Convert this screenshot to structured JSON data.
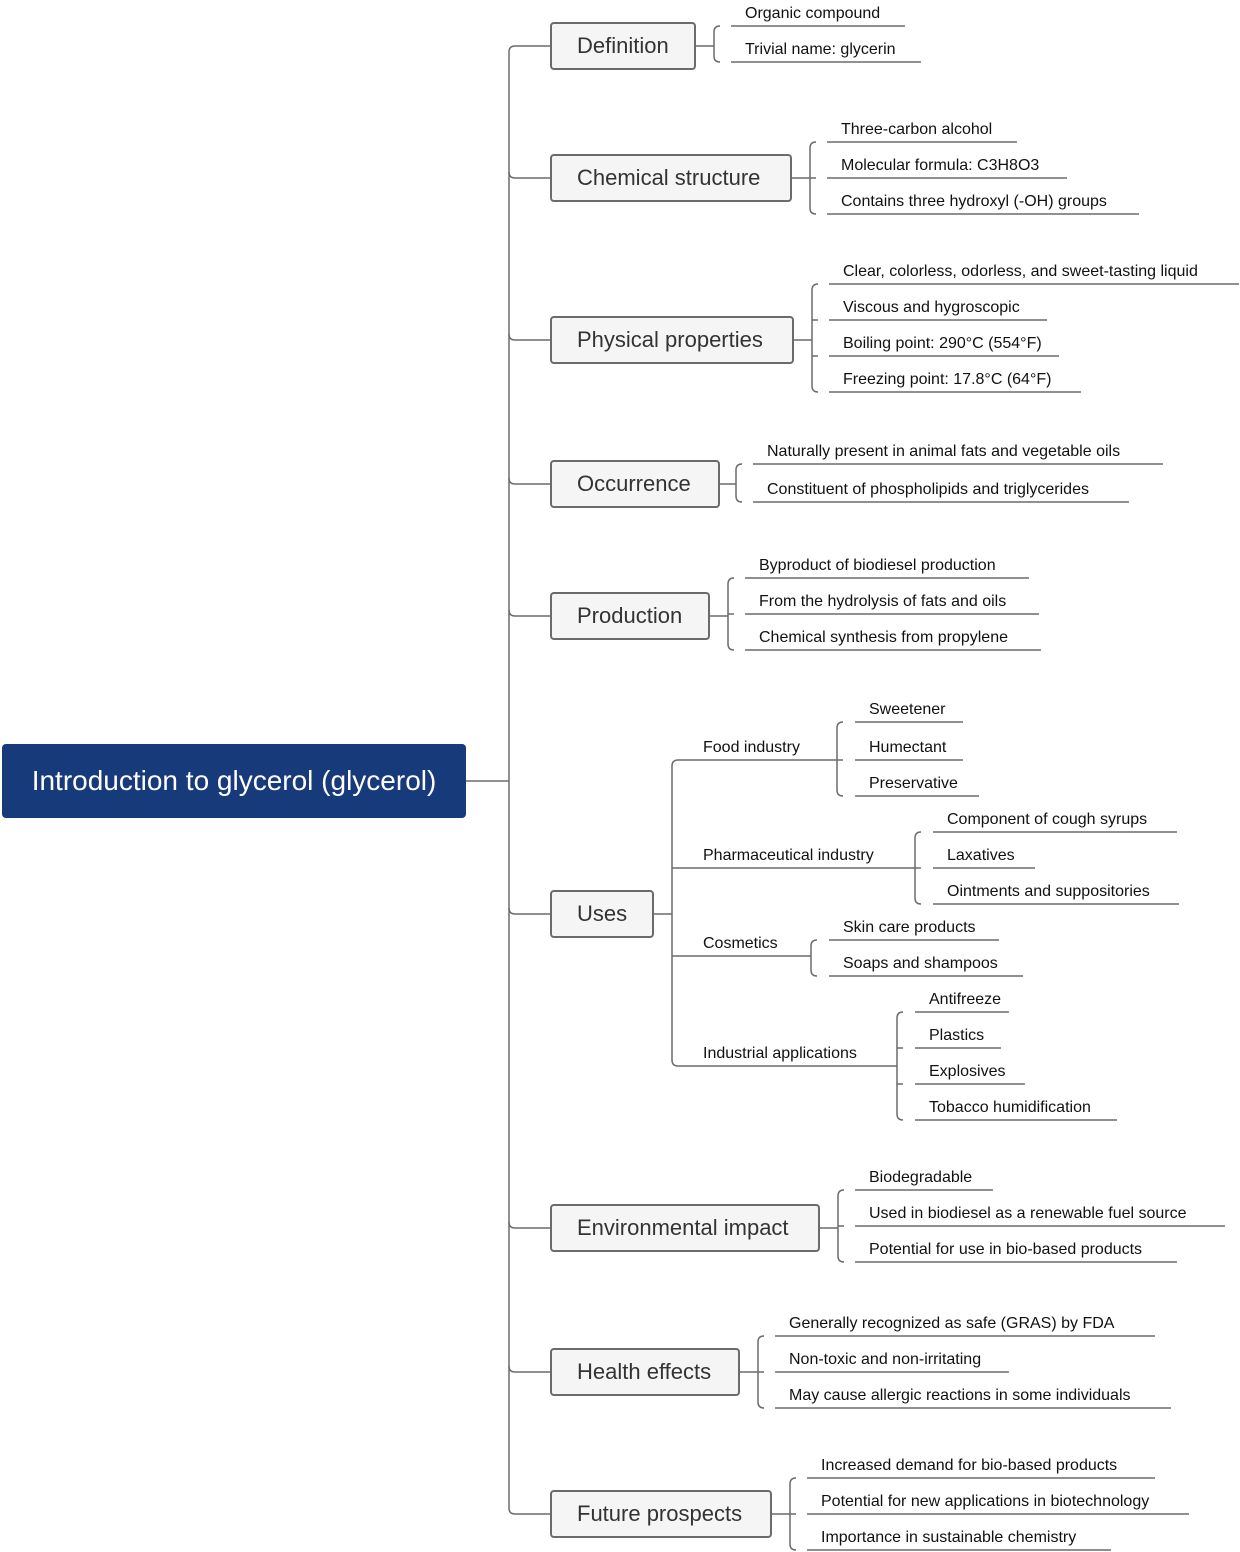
{
  "colors": {
    "root_bg": "#173a7b",
    "line": "#6b6b6b",
    "topic_bg": "#f5f5f5"
  },
  "root": {
    "label": "Introduction to glycerol (glycerol)"
  },
  "topics": [
    {
      "label": "Definition",
      "items": [
        "Organic compound",
        "Trivial name: glycerin"
      ]
    },
    {
      "label": "Chemical structure",
      "items": [
        "Three-carbon alcohol",
        "Molecular formula: C3H8O3",
        "Contains three hydroxyl (-OH) groups"
      ]
    },
    {
      "label": "Physical properties",
      "items": [
        "Clear, colorless, odorless, and sweet-tasting liquid",
        "Viscous and hygroscopic",
        "Boiling point: 290°C (554°F)",
        "Freezing point: 17.8°C (64°F)"
      ]
    },
    {
      "label": "Occurrence",
      "items": [
        "Naturally present in animal fats and vegetable oils",
        "Constituent of phospholipids and triglycerides"
      ]
    },
    {
      "label": "Production",
      "items": [
        "Byproduct of biodiesel production",
        "From the hydrolysis of fats and oils",
        "Chemical synthesis from propylene"
      ]
    },
    {
      "label": "Uses",
      "groups": [
        {
          "label": "Food industry",
          "items": [
            "Sweetener",
            "Humectant",
            "Preservative"
          ]
        },
        {
          "label": "Pharmaceutical industry",
          "items": [
            "Component of cough syrups",
            "Laxatives",
            "Ointments and suppositories"
          ]
        },
        {
          "label": "Cosmetics",
          "items": [
            "Skin care products",
            "Soaps and shampoos"
          ]
        },
        {
          "label": "Industrial applications",
          "items": [
            "Antifreeze",
            "Plastics",
            "Explosives",
            "Tobacco humidification"
          ]
        }
      ]
    },
    {
      "label": "Environmental impact",
      "items": [
        "Biodegradable",
        "Used in biodiesel as a renewable fuel source",
        "Potential for use in bio-based products"
      ]
    },
    {
      "label": "Health effects",
      "items": [
        "Generally recognized as safe (GRAS) by FDA",
        "Non-toxic and non-irritating",
        "May cause allergic reactions in some individuals"
      ]
    },
    {
      "label": "Future prospects",
      "items": [
        "Increased demand for bio-based products",
        "Potential for new applications in biotechnology",
        "Importance in sustainable chemistry"
      ]
    }
  ]
}
